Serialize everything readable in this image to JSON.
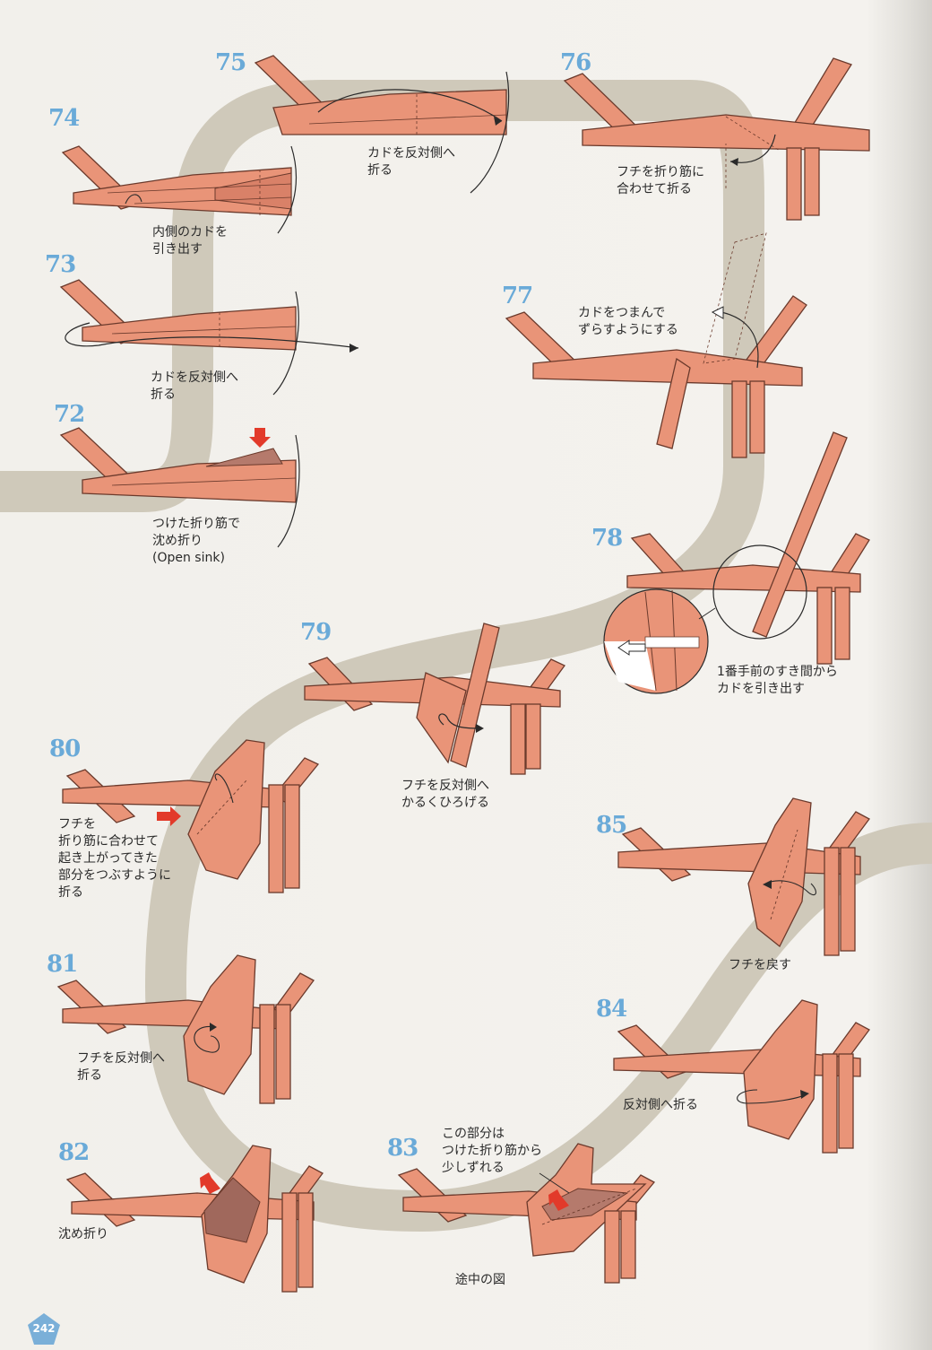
{
  "colors": {
    "paper": "#e99478",
    "paper_edge": "#6b3a2c",
    "paper_dark": "#b57a6c",
    "step_number": "#6aaad8",
    "path_band": "#cfc9ba",
    "arrow_red": "#e23a2a",
    "page_badge": "#7aafd8"
  },
  "steps": [
    {
      "number": "72",
      "caption": "つけた折り筋で\n沈め折り\n(Open sink)"
    },
    {
      "number": "73",
      "caption": "カドを反対側へ\n折る"
    },
    {
      "number": "74",
      "caption": "内側のカドを\n引き出す"
    },
    {
      "number": "75",
      "caption": "カドを反対側へ\n折る"
    },
    {
      "number": "76",
      "caption": "フチを折り筋に\n合わせて折る"
    },
    {
      "number": "77",
      "caption": "カドをつまんで\nずらすようにする"
    },
    {
      "number": "78",
      "caption": "1番手前のすき間から\nカドを引き出す"
    },
    {
      "number": "79",
      "caption": "フチを反対側へ\nかるくひろげる"
    },
    {
      "number": "80",
      "caption": "フチを\n折り筋に合わせて\n起き上がってきた\n部分をつぶすように\n折る"
    },
    {
      "number": "81",
      "caption": "フチを反対側へ\n折る"
    },
    {
      "number": "82",
      "caption": "沈め折り"
    },
    {
      "number": "83",
      "caption": "この部分は\nつけた折り筋から\n少しずれる",
      "subcaption": "途中の図"
    },
    {
      "number": "84",
      "caption": "反対側へ折る"
    },
    {
      "number": "85",
      "caption": "フチを戻す"
    }
  ],
  "page_number": "242"
}
